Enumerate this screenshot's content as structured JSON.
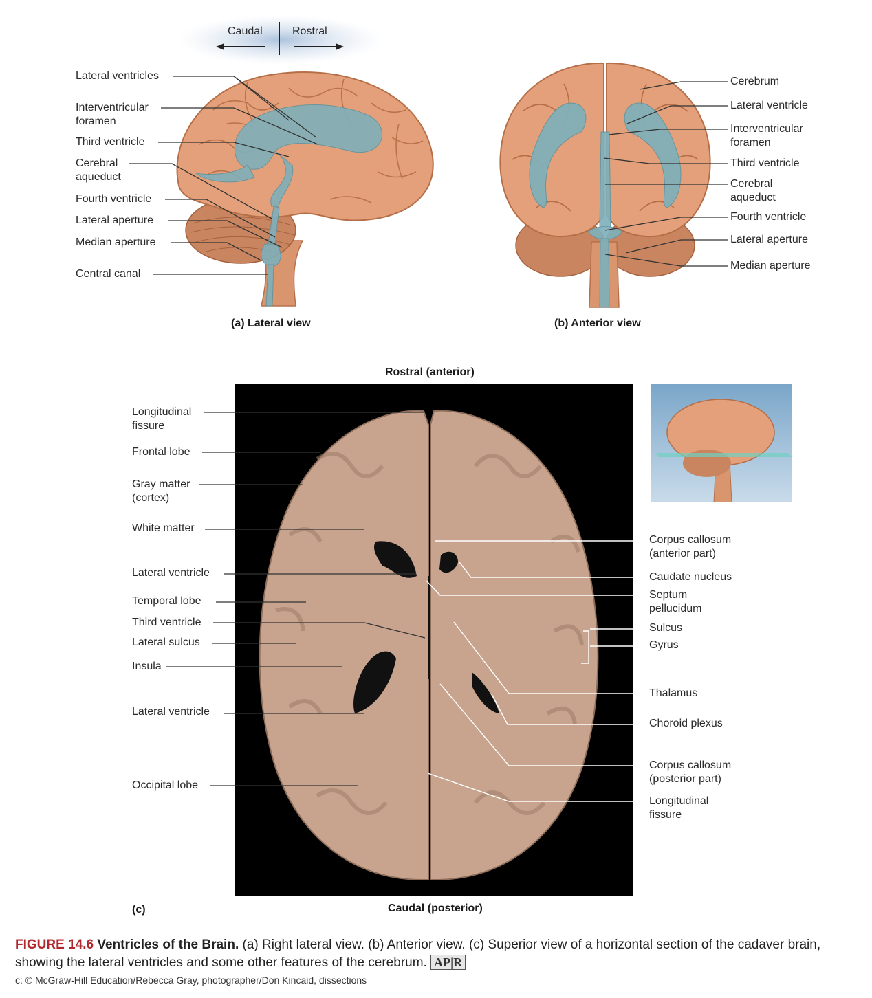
{
  "orientation": {
    "caudal": "Caudal",
    "rostral": "Rostral"
  },
  "panel_a": {
    "title": "(a) Lateral view",
    "labels": [
      "Lateral ventricles",
      "Interventricular\nforamen",
      "Third ventricle",
      "Cerebral\naqueduct",
      "Fourth ventricle",
      "Lateral aperture",
      "Median aperture",
      "Central canal"
    ]
  },
  "panel_b": {
    "title": "(b) Anterior view",
    "labels": [
      "Cerebrum",
      "Lateral ventricle",
      "Interventricular\nforamen",
      "Third ventricle",
      "Cerebral\naqueduct",
      "Fourth ventricle",
      "Lateral aperture",
      "Median aperture"
    ]
  },
  "panel_c": {
    "letter": "(c)",
    "top": "Rostral (anterior)",
    "bottom": "Caudal (posterior)",
    "left_labels": [
      "Longitudinal\nfissure",
      "Frontal lobe",
      "Gray matter\n(cortex)",
      "White matter",
      "Lateral ventricle",
      "Temporal lobe",
      "Third ventricle",
      "Lateral sulcus",
      "Insula",
      "Lateral ventricle",
      "Occipital lobe"
    ],
    "right_labels": [
      "Corpus callosum\n(anterior part)",
      "Caudate nucleus",
      "Septum\npellucidum",
      "Sulcus",
      "Gyrus",
      "Thalamus",
      "Choroid plexus",
      "Corpus callosum\n(posterior part)",
      "Longitudinal\nfissure"
    ]
  },
  "caption": {
    "number": "FIGURE 14.6",
    "title": "Ventricles of the Brain.",
    "text": "(a) Right lateral view. (b) Anterior view. (c) Superior view of a horizontal section of the cadaver brain, showing the lateral ventricles and some other features of the cerebrum.",
    "badge": "AP|R"
  },
  "credit": "c: © McGraw-Hill Education/Rebecca Gray, photographer/Don Kincaid, dissections",
  "colors": {
    "brain": "#e3a07a",
    "ventricle": "#7fb0bb",
    "section_bg": "#000000",
    "accent": "#b0282e"
  }
}
